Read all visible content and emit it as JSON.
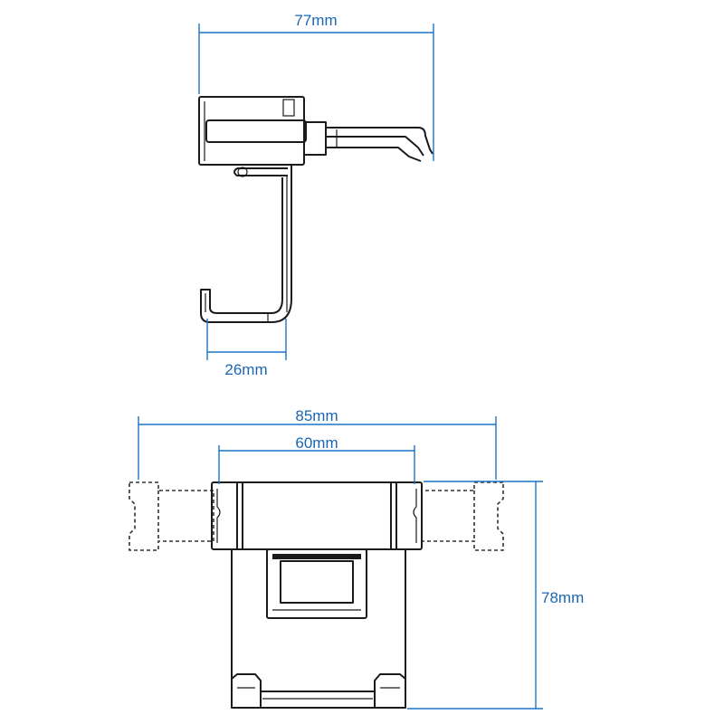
{
  "dimensions": {
    "side_width": "77mm",
    "side_hook_depth": "26mm",
    "front_extended_width": "85mm",
    "front_body_width": "60mm",
    "front_height": "78mm"
  },
  "colors": {
    "dimension_line": "#1a73c8",
    "dimension_text": "#1a66b3",
    "outline": "#1a1a1a"
  }
}
